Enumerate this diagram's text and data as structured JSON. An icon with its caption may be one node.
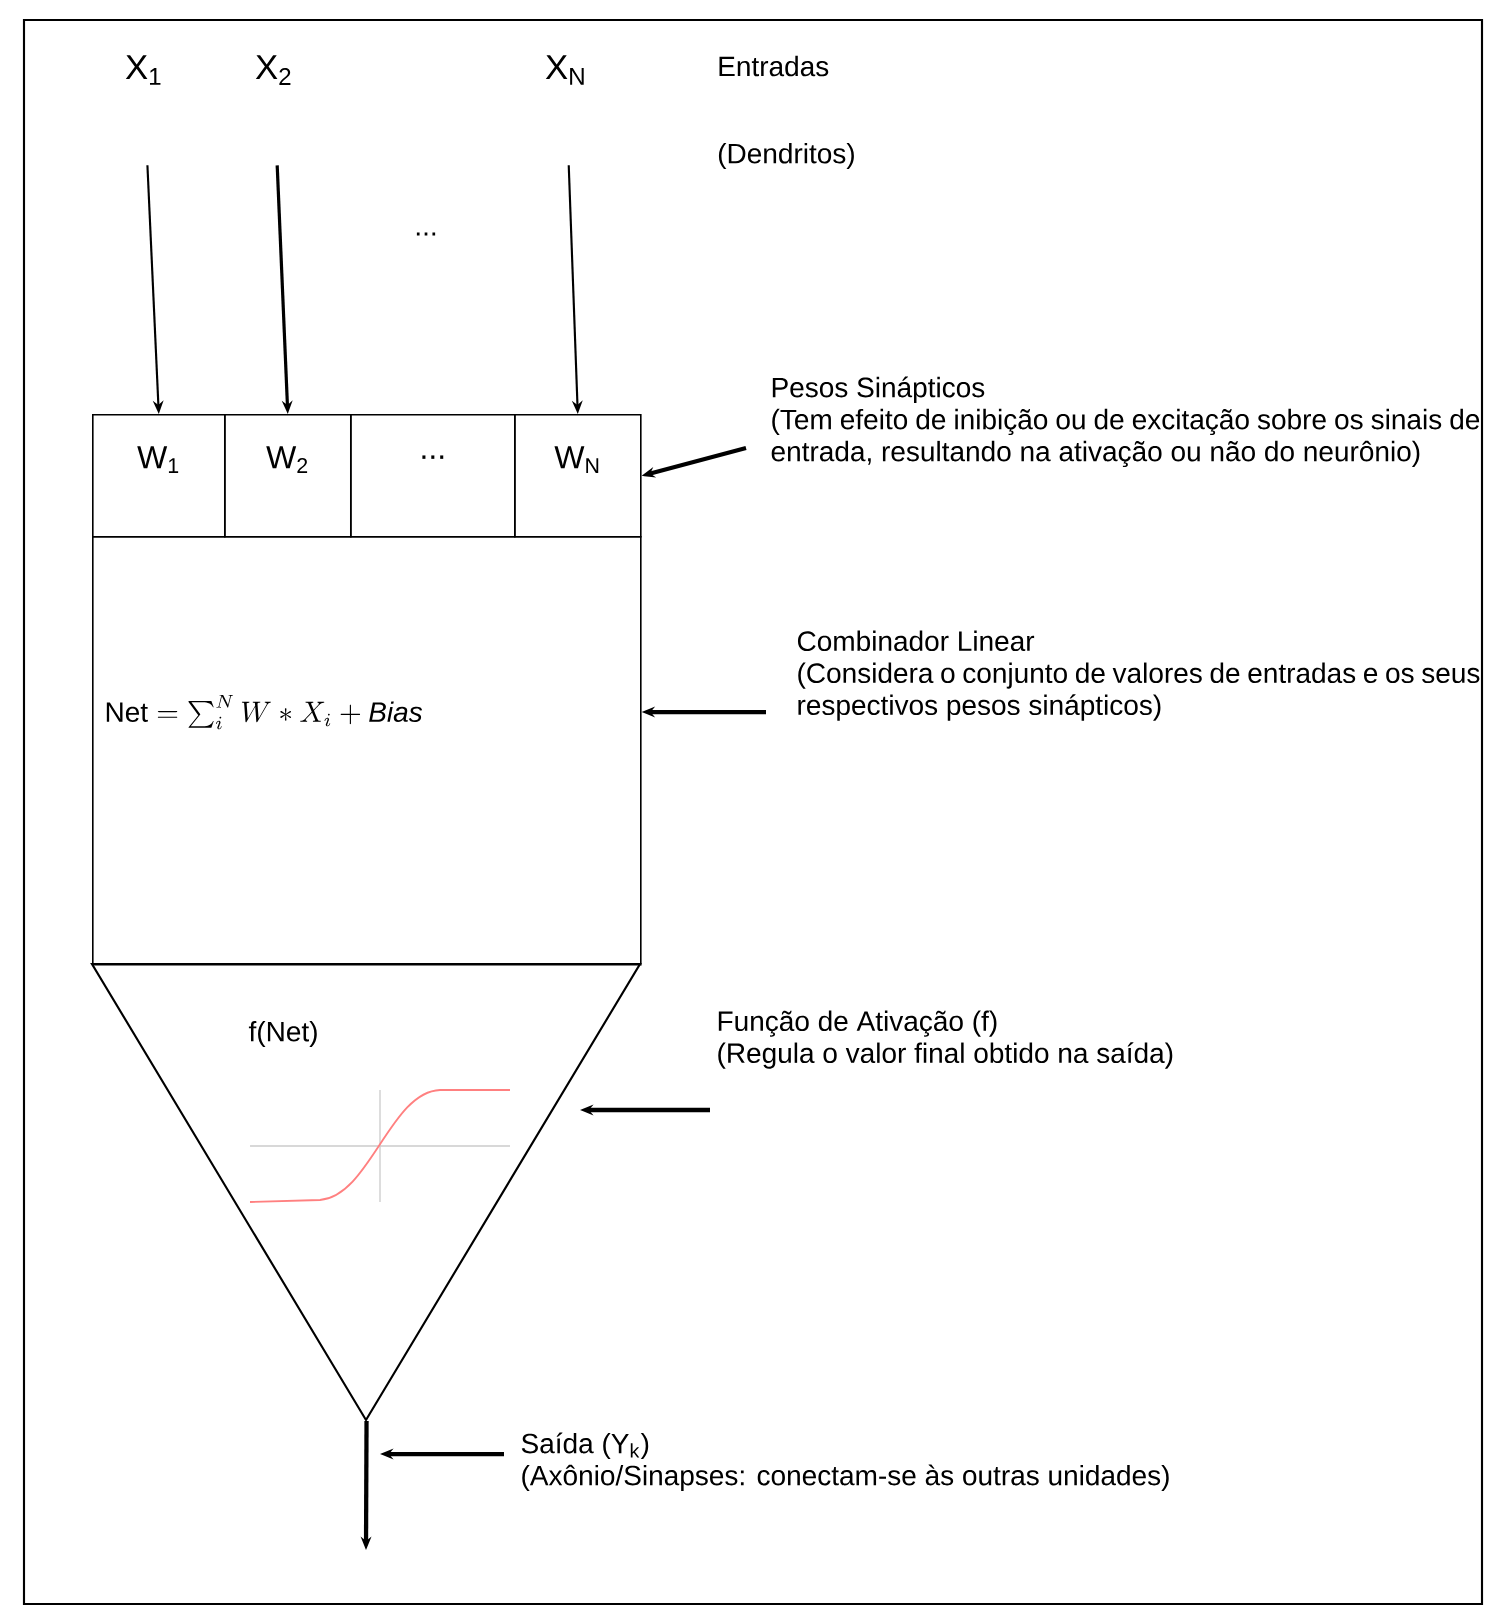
{
  "diagram": {
    "nodes": [
      {
        "text": [
          "X$_{1}$"
        ]
      },
      {
        "text": [
          "X$_{2}$"
        ]
      },
      {
        "text": [
          "X$_{N}$"
        ]
      },
      {
        "text": [
          "W$_{1}$"
        ]
      },
      {
        "text": [
          "W$_{2}$"
        ]
      },
      {
        "text": [
          "..."
        ]
      },
      {
        "text": [
          "W$_{N}$"
        ]
      },
      {
        "text": [
          "\\mathrm{Net} = \\sum_{i}^{N} W * X_{i} + \\mathit{Bias}"
        ]
      },
      {
        "text": [
          "f(Net)"
        ]
      },
      {
        "text": [
          "Pesos Sinápticos",
          "(Tem efeito de inibição ou de excitação sobre os sinais de entrada, resultando na ativação ou não do neurônio)"
        ]
      },
      {
        "text": [
          "Combinador Linear",
          "(Considera o conjunto de valores de entradas e os seus respectivos pesos sinápticos)"
        ]
      },
      {
        "text": [
          "Função de Ativação (f)",
          "(Regula o valor final obtido na saída)"
        ]
      },
      {
        "text": [
          "Saída (Y$_{k}$)",
          "(Axônio/Sinapses: conectam-se às outras unidades)"
        ]
      }
    ],
    "edges": [
      {
        "from": 0,
        "to": 3,
        "arrow": "to"
      },
      {
        "from": 1,
        "to": 4,
        "arrow": "to"
      },
      {
        "from": 2,
        "to": 6,
        "arrow": "to"
      },
      {
        "from": 9,
        "to": 6,
        "arrow": "to"
      },
      {
        "from": 10,
        "to": 7,
        "arrow": "to"
      },
      {
        "from": 11,
        "to": 8,
        "arrow": "to"
      },
      {
        "from": 8,
        "to": null,
        "arrow": "to"
      },
      {
        "from": 12,
        "to": null,
        "arrow": "to"
      }
    ],
    "labels": [
      "Entradas",
      "(Dendritos)",
      "..."
    ]
  }
}
